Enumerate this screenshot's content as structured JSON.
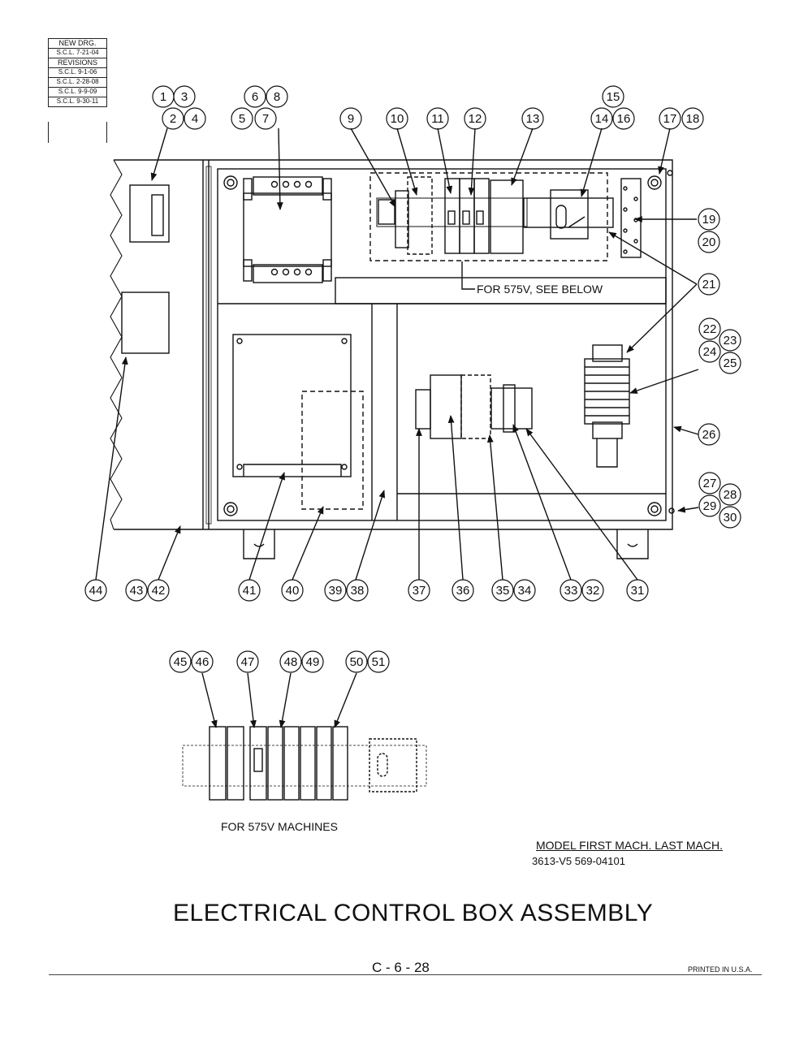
{
  "revision_block": {
    "new_drawing_label": "NEW DRG.",
    "new_drawing_entry": "S.C.L. 7-21-04",
    "revisions_label": "REVISIONS",
    "revisions": [
      "S.C.L. 9-1-06",
      "S.C.L. 2-28-08",
      "S.C.L. 9-9-09",
      "S.C.L. 9-30-11"
    ]
  },
  "callouts": [
    "1",
    "3",
    "2",
    "4",
    "6",
    "8",
    "5",
    "7",
    "9",
    "10",
    "11",
    "12",
    "13",
    "15",
    "14",
    "16",
    "17",
    "18",
    "19",
    "20",
    "21",
    "22",
    "23",
    "24",
    "25",
    "26",
    "27",
    "28",
    "29",
    "30",
    "44",
    "43",
    "42",
    "41",
    "40",
    "39",
    "38",
    "37",
    "36",
    "35",
    "34",
    "33",
    "32",
    "31",
    "45",
    "46",
    "47",
    "48",
    "49",
    "50",
    "51"
  ],
  "notes": {
    "see_below": "FOR 575V, SEE BELOW",
    "machines_575v": "FOR 575V MACHINES"
  },
  "model_table": {
    "header": "MODEL  FIRST MACH.  LAST MACH.",
    "row": "3613-V5   569-04101"
  },
  "title": "ELECTRICAL CONTROL BOX ASSEMBLY",
  "page_number": "C - 6 - 28",
  "printed": "PRINTED IN U.S.A."
}
